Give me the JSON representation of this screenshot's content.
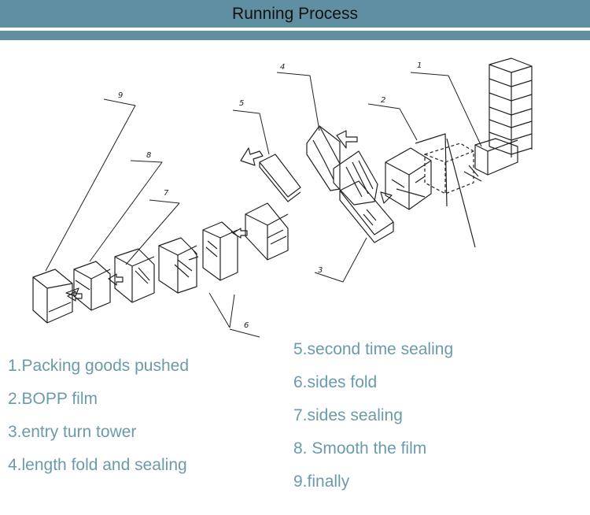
{
  "header": {
    "title": "Running Process",
    "background_color": "#5f8fa0",
    "accent_color": "#6b9aab"
  },
  "diagram": {
    "callout_numbers": [
      "1",
      "2",
      "3",
      "4",
      "5",
      "6",
      "7",
      "8",
      "9"
    ]
  },
  "steps_left": [
    "1.Packing goods pushed",
    "2.BOPP film",
    "3.entry turn tower",
    "4.length fold and sealing"
  ],
  "steps_right": [
    "5.second time sealing",
    "6.sides fold",
    "7.sides sealing",
    "8. Smooth the film",
    "9.finally"
  ]
}
